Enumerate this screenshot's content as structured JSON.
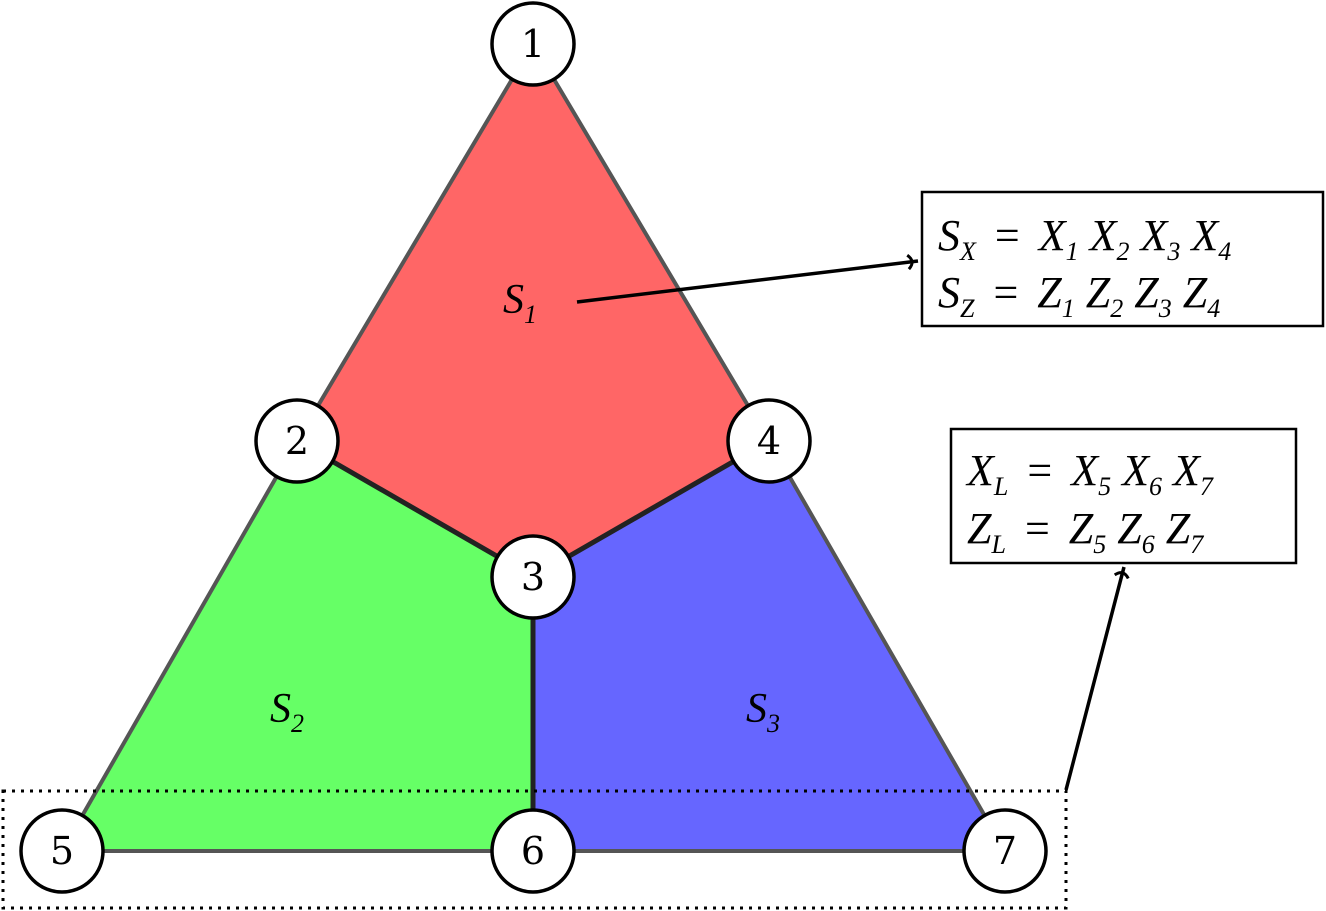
{
  "regions": [
    {
      "id": "S1",
      "label_main": "S",
      "label_sub": "1",
      "color": "#ff6666"
    },
    {
      "id": "S2",
      "label_main": "S",
      "label_sub": "2",
      "color": "#66ff66"
    },
    {
      "id": "S3",
      "label_main": "S",
      "label_sub": "3",
      "color": "#6666ff"
    }
  ],
  "nodes": [
    "1",
    "2",
    "3",
    "4",
    "5",
    "6",
    "7"
  ],
  "stabilizer_box": {
    "line1": {
      "lhs": "S",
      "lhs_sub": "X",
      "eq": "=",
      "terms": [
        [
          "X",
          "1"
        ],
        [
          "X",
          "2"
        ],
        [
          "X",
          "3"
        ],
        [
          "X",
          "4"
        ]
      ]
    },
    "line2": {
      "lhs": "S",
      "lhs_sub": "Z",
      "eq": "=",
      "terms": [
        [
          "Z",
          "1"
        ],
        [
          "Z",
          "2"
        ],
        [
          "Z",
          "3"
        ],
        [
          "Z",
          "4"
        ]
      ]
    }
  },
  "logical_box": {
    "line1": {
      "lhs": "X",
      "lhs_sub": "L",
      "eq": "=",
      "terms": [
        [
          "X",
          "5"
        ],
        [
          "X",
          "6"
        ],
        [
          "X",
          "7"
        ]
      ]
    },
    "line2": {
      "lhs": "Z",
      "lhs_sub": "L",
      "eq": "=",
      "terms": [
        [
          "Z",
          "5"
        ],
        [
          "Z",
          "6"
        ],
        [
          "Z",
          "7"
        ]
      ]
    }
  },
  "colors": {
    "edge": "#555555",
    "inner_edge": "#222222"
  }
}
